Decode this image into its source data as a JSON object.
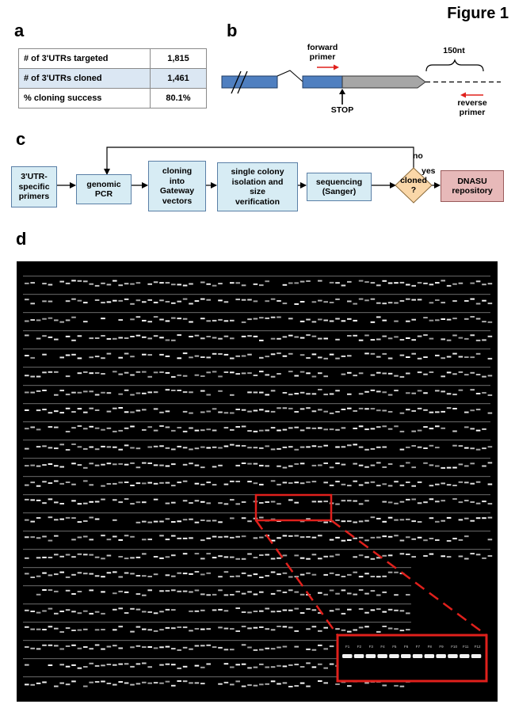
{
  "figure_title": "Figure 1",
  "panels": {
    "a": "a",
    "b": "b",
    "c": "c",
    "d": "d"
  },
  "table": {
    "rows": [
      {
        "label": "# of 3'UTRs targeted",
        "value": "1,815"
      },
      {
        "label": "# of 3'UTRs cloned",
        "value": "1,461"
      },
      {
        "label": "% cloning success",
        "value": "80.1%"
      }
    ]
  },
  "gene_diagram": {
    "forward_primer": [
      "forward",
      "primer"
    ],
    "reverse_primer": [
      "reverse",
      "primer"
    ],
    "stop_label": "STOP",
    "length_label": "150nt",
    "colors": {
      "exon": "#4f7fc0",
      "utr": "#a6a6a6",
      "primer_arrow": "#e0201c"
    }
  },
  "flowchart": {
    "steps": [
      [
        "3'UTR-",
        "specific",
        "primers"
      ],
      [
        "genomic",
        "PCR"
      ],
      [
        "cloning",
        "into",
        "Gateway",
        "vectors"
      ],
      [
        "single colony",
        "isolation and",
        "size",
        "verification"
      ],
      [
        "sequencing",
        "(Sanger)"
      ]
    ],
    "decision": [
      "cloned",
      "?"
    ],
    "no_label": "no",
    "yes_label": "yes",
    "repository": [
      "DNASU",
      "repository"
    ],
    "colors": {
      "step": "#d7ecf4",
      "decision": "#fad7a8",
      "repository": "#e7b9b9"
    }
  },
  "gel_inset": {
    "lane_labels": [
      "F1",
      "F2",
      "F3",
      "F4",
      "F5",
      "F6",
      "F7",
      "F8",
      "F9",
      "F10",
      "F11",
      "F12"
    ],
    "highlight_color": "#e0201c"
  }
}
